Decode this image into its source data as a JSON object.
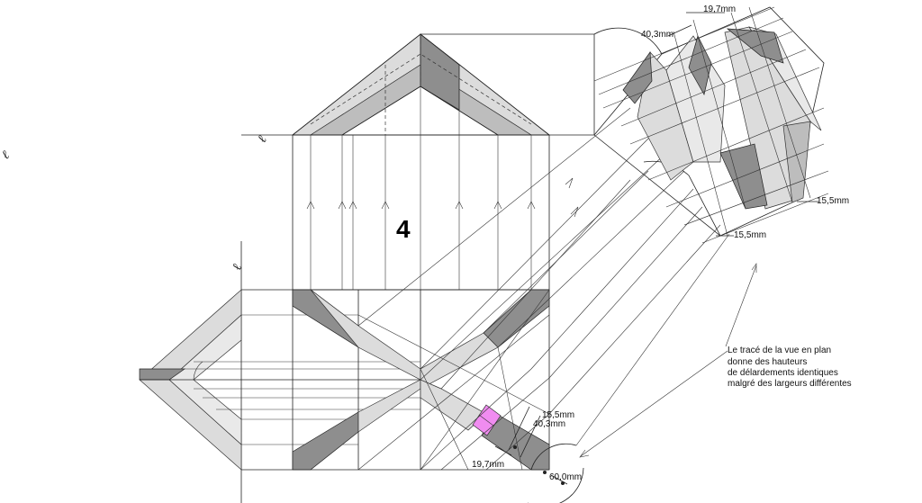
{
  "view_number": "4",
  "dimensions": {
    "d1": "40,3mm",
    "d2": "19,7mm",
    "d3": "15,5mm",
    "d4": "15,5mm",
    "d5": "15,5mm",
    "d6": "40,3mm",
    "d7": "19,7mm",
    "d8": "60,0mm"
  },
  "annotation": {
    "line1": "Le tracé de la vue en plan",
    "line2": "donne des hauteurs",
    "line3": "de délardements identiques",
    "line4": "malgré des largeurs différentes"
  },
  "colors": {
    "highlight": "#f08cf0",
    "dark_face": "#8e8e8e",
    "mid_face": "#bdbdbd",
    "light_face": "#dcdcdc"
  }
}
